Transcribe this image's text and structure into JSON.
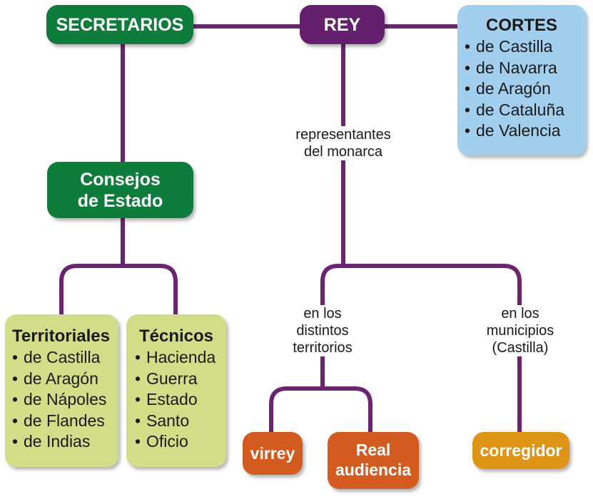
{
  "colors": {
    "line": "#6b2470",
    "green": "#0e7d3c",
    "purple": "#64206c",
    "light_blue": "#a3cfee",
    "light_green": "#d3dd88",
    "orange": "#d45b20",
    "amber": "#df9415"
  },
  "nodes": {
    "secretarios": "SECRETARIOS",
    "rey": "REY",
    "consejos": {
      "line1": "Consejos",
      "line2": "de Estado"
    },
    "cortes": {
      "title": "CORTES",
      "items": [
        "de Castilla",
        "de Navarra",
        "de Aragón",
        "de Cataluña",
        "de Valencia"
      ]
    },
    "territoriales": {
      "title": "Territoriales",
      "items": [
        "de Castilla",
        "de Aragón",
        "de Nápoles",
        "de Flandes",
        "de Indias"
      ]
    },
    "tecnicos": {
      "title": "Técnicos",
      "items": [
        "Hacienda",
        "Guerra",
        "Estado",
        "Santo",
        "Oficio"
      ]
    },
    "virrey": "virrey",
    "real_audiencia": {
      "line1": "Real",
      "line2": "audiencia"
    },
    "corregidor": "corregidor"
  },
  "labels": {
    "representantes": {
      "line1": "representantes",
      "line2": "del monarca"
    },
    "territorios": {
      "line1": "en los",
      "line2": "distintos",
      "line3": "territorios"
    },
    "municipios": {
      "line1": "en los",
      "line2": "municipios",
      "line3": "(Castilla)"
    }
  }
}
